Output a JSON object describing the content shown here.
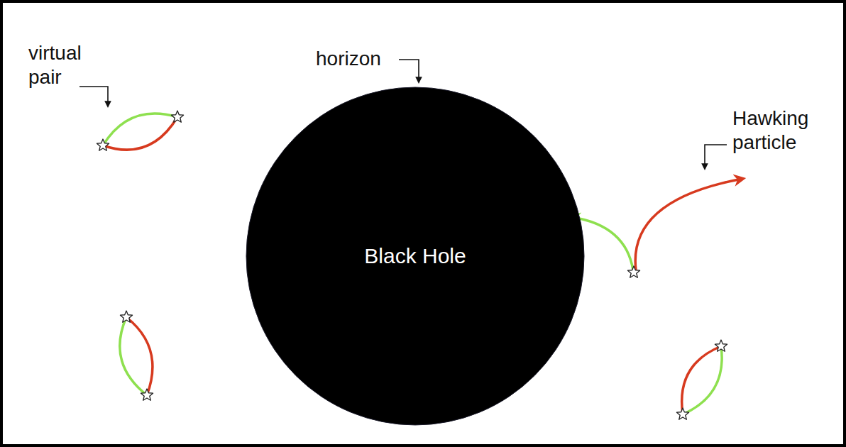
{
  "diagram": {
    "nodes": [
      {
        "text": [
          "Black Hole"
        ]
      }
    ],
    "labels": [
      "virtual pair",
      "horizon",
      "Hawking particle"
    ]
  }
}
